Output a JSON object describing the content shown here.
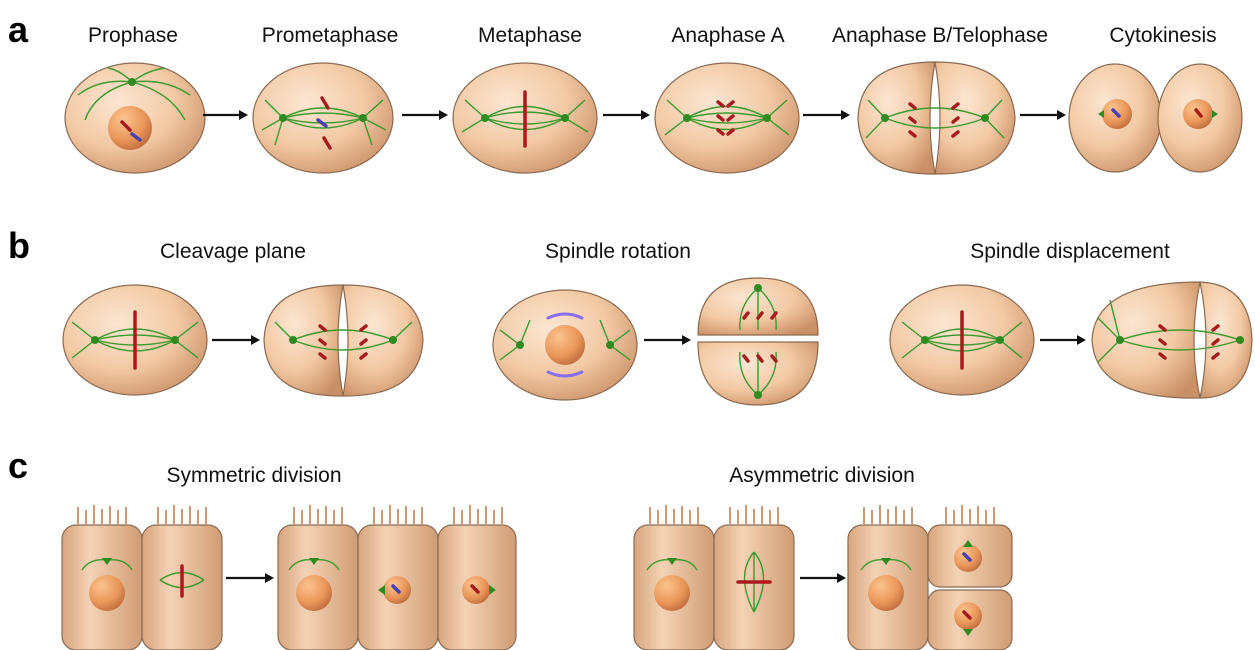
{
  "panels": [
    {
      "letter": "a",
      "labels": [
        "Prophase",
        "Prometaphase",
        "Metaphase",
        "Anaphase A",
        "Anaphase B/Telophase",
        "Cytokinesis"
      ]
    },
    {
      "letter": "b",
      "labels": [
        "Cleavage plane",
        "Spindle rotation",
        "Spindle displacement"
      ]
    },
    {
      "letter": "c",
      "labels": [
        "Symmetric division",
        "Asymmetric division"
      ]
    }
  ],
  "colors": {
    "cell_fill": "#f2c9a4",
    "cell_shadow": "#c98f66",
    "nucleus": "#e9965a",
    "microtubule": "#3c9a2e",
    "centrosome": "#2f8a22",
    "chromosome": "#a61c1c",
    "chromosome_alt": "#4a3fb0",
    "cortex_marker": "#8a6cf0",
    "arrow": "#111111"
  }
}
